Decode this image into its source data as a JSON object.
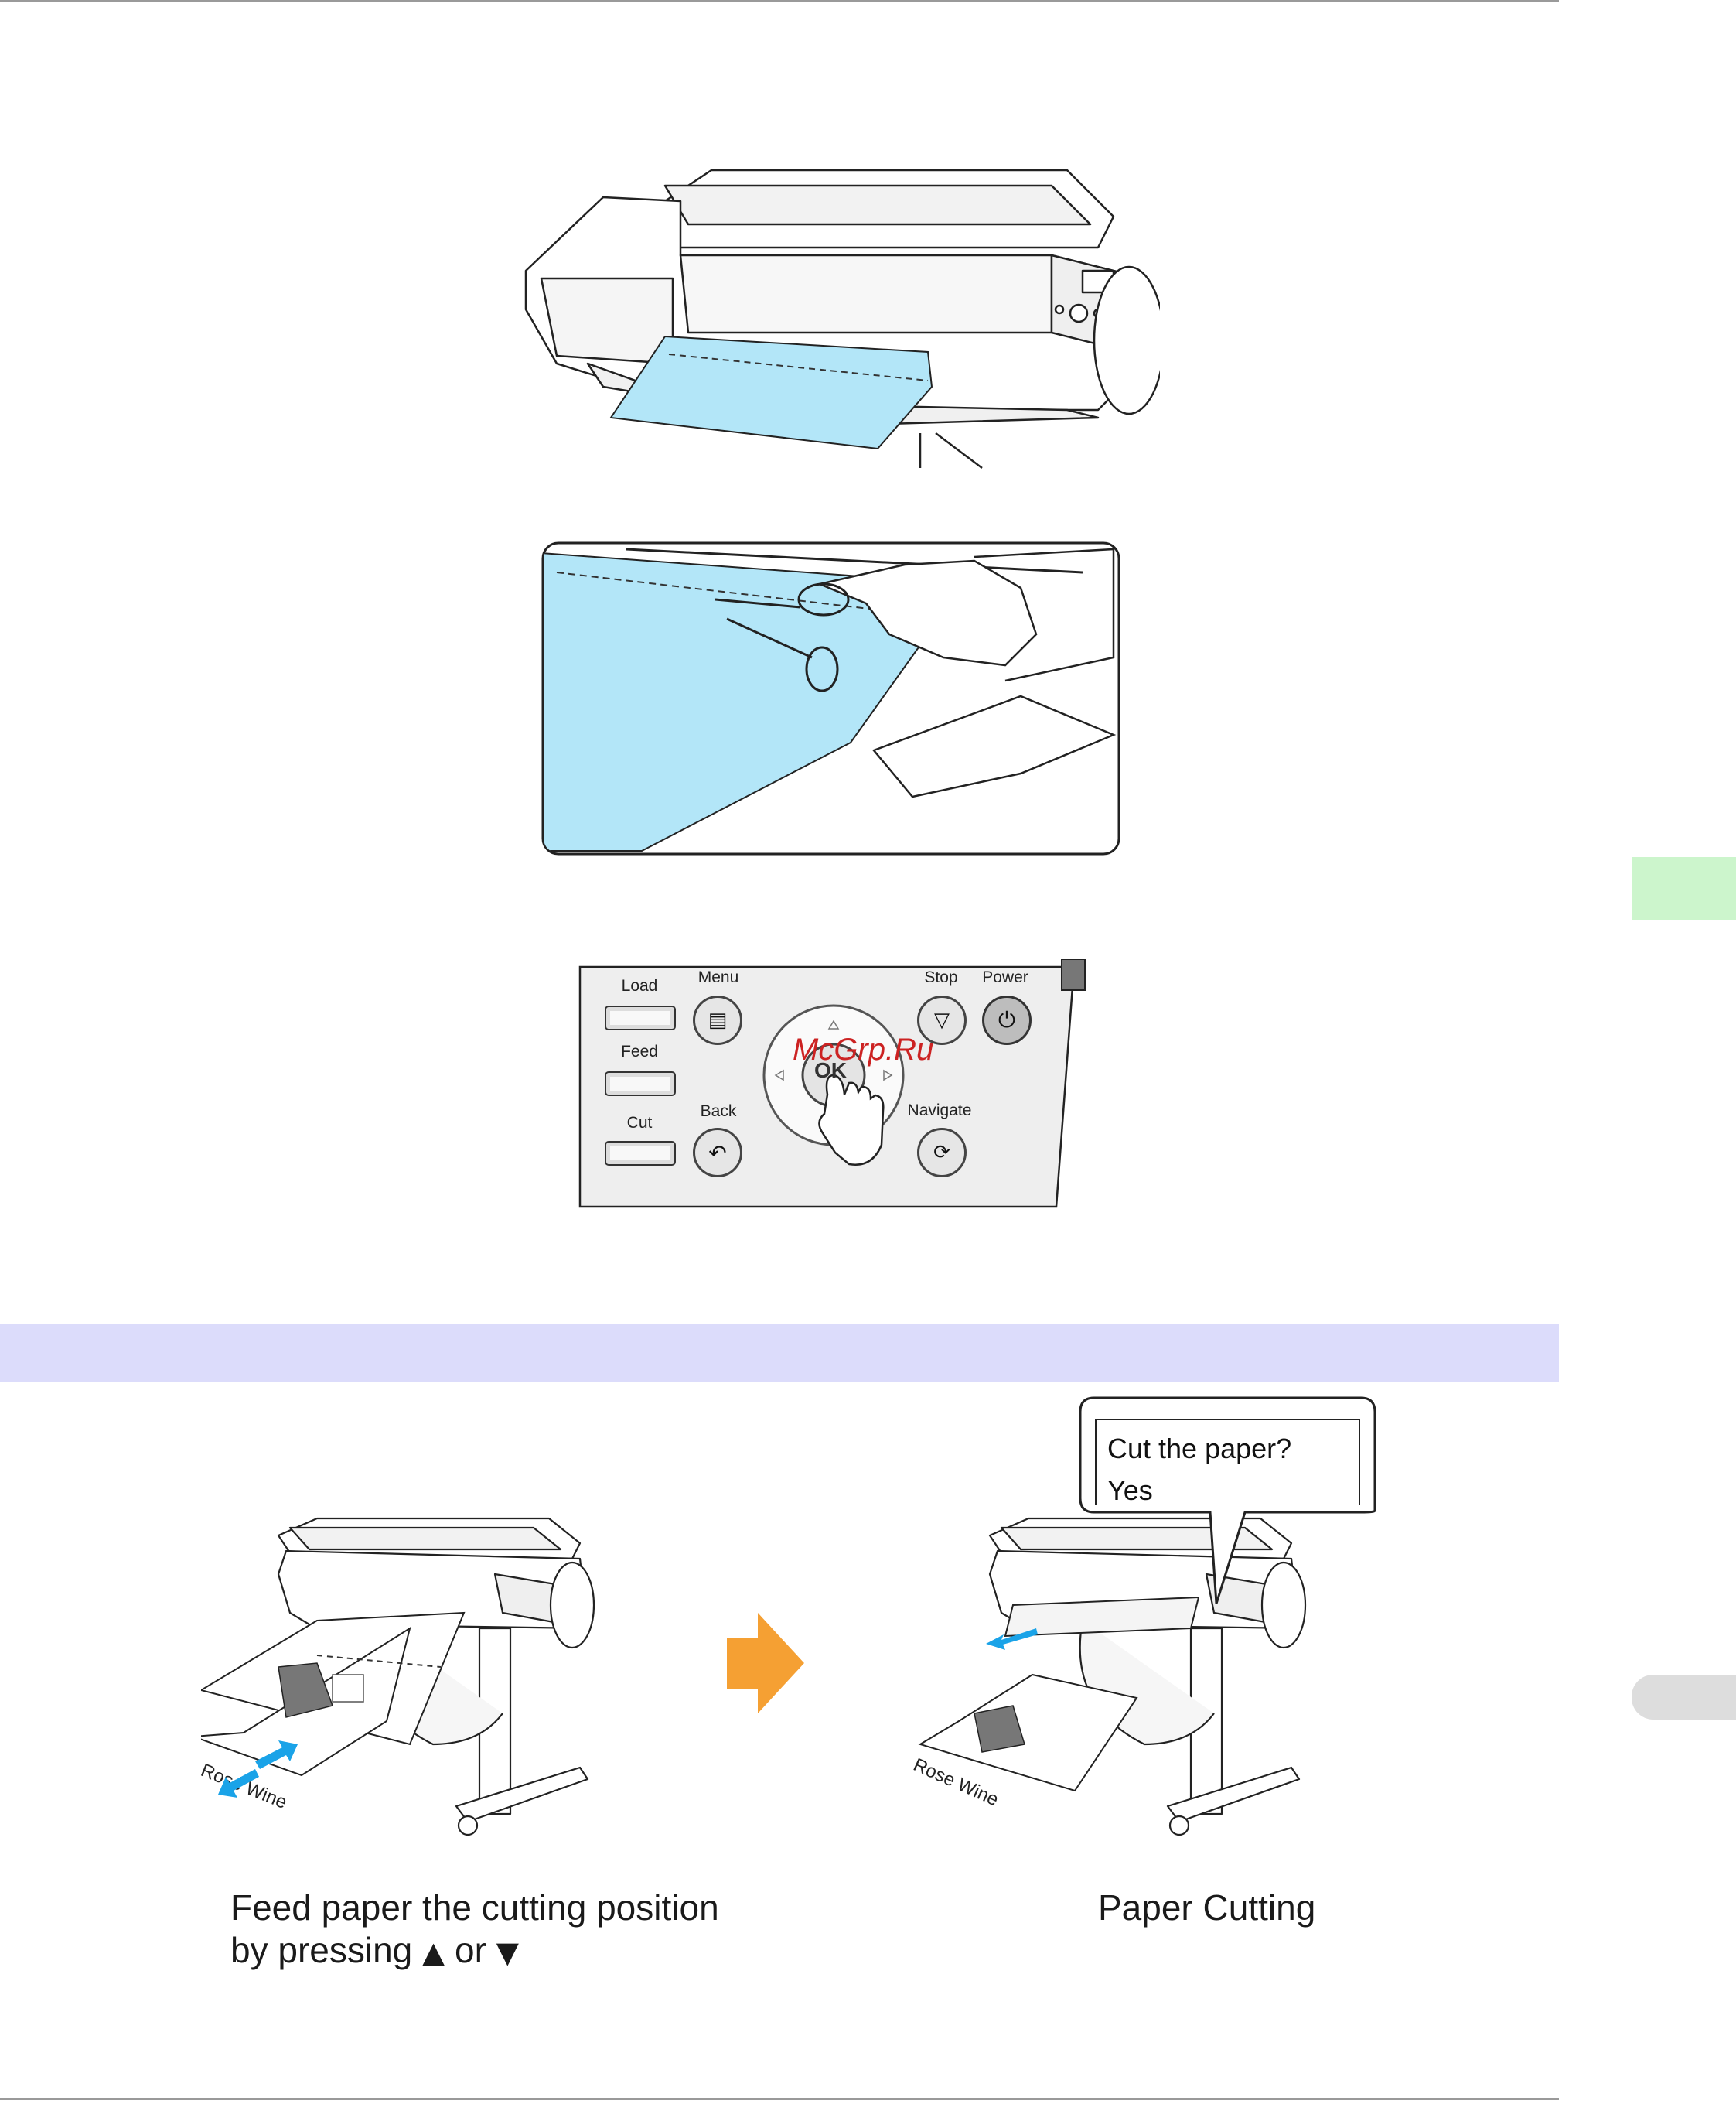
{
  "panel": {
    "labels": {
      "load": "Load",
      "menu": "Menu",
      "stop": "Stop",
      "power": "Power",
      "feed": "Feed",
      "cut": "Cut",
      "back": "Back",
      "navigate": "Navigate",
      "ok": "OK"
    },
    "watermark": "McGrp.Ru"
  },
  "bubble": {
    "line1": "Cut the paper?",
    "line2": "Yes"
  },
  "illustration_labels": {
    "label_left": "Rosé Wine",
    "label_right": "Rose Wine"
  },
  "captions": {
    "left_line1": "Feed paper the cutting position",
    "left_line2_pre": "by pressing",
    "left_line2_up": "▲",
    "left_line2_or": "or",
    "left_line2_down": "▼",
    "right": "Paper Cutting"
  },
  "colors": {
    "paper": "#b3e6f8",
    "arrow_orange": "#f5a033",
    "arrow_blue": "#1aa3e8",
    "section_bar": "#dcdcfb",
    "tab_green": "#ccf5cc",
    "tab_gray": "#dddddd"
  }
}
